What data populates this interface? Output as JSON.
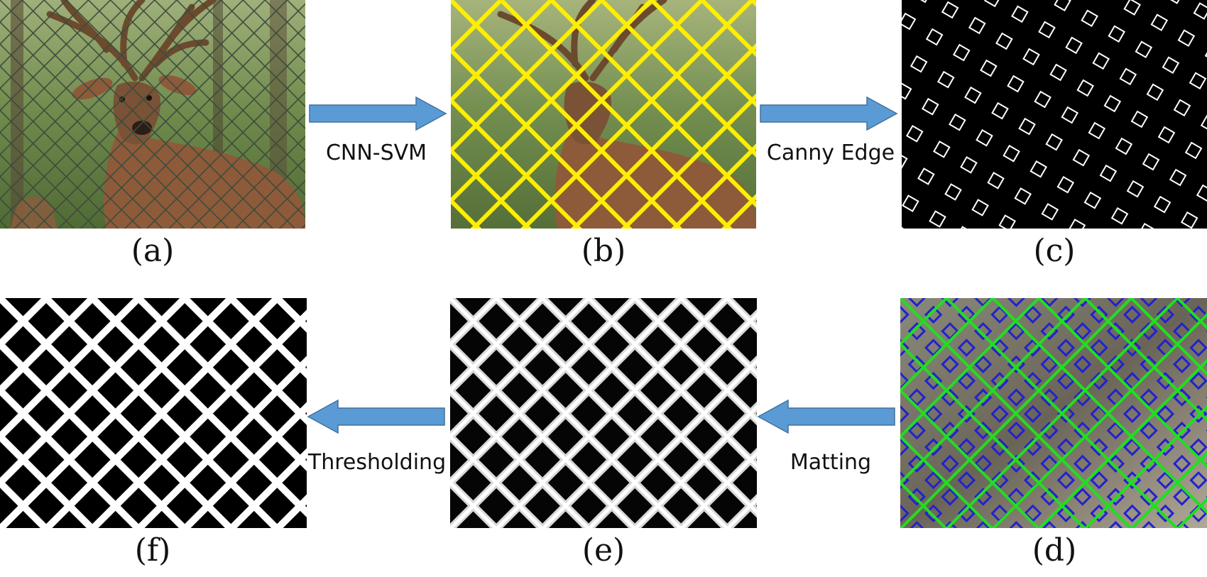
{
  "panels": [
    {
      "id": "a",
      "caption": "(a)",
      "content": "deer photo behind chain-link fence"
    },
    {
      "id": "b",
      "caption": "(b)",
      "content": "fence detected, overlaid in yellow"
    },
    {
      "id": "c",
      "caption": "(c)",
      "content": "canny edge map, white diamond outlines on black"
    },
    {
      "id": "d",
      "caption": "(d)",
      "content": "fence lines green, edge diamonds blue"
    },
    {
      "id": "e",
      "caption": "(e)",
      "content": "alpha matte, soft white fence on black"
    },
    {
      "id": "f",
      "caption": "(f)",
      "content": "binary fence mask, white on black"
    }
  ],
  "steps": {
    "ab": "CNN-SVM",
    "bc": "Canny Edge",
    "de": "Matting",
    "ef": "Thresholding"
  },
  "colors": {
    "arrow_fill": "#5b9bd5",
    "arrow_stroke": "#41719c",
    "detection_overlay": "#ffee00",
    "fence_lines_d": "#22dd22",
    "edge_diamonds_d": "#2222cc"
  }
}
